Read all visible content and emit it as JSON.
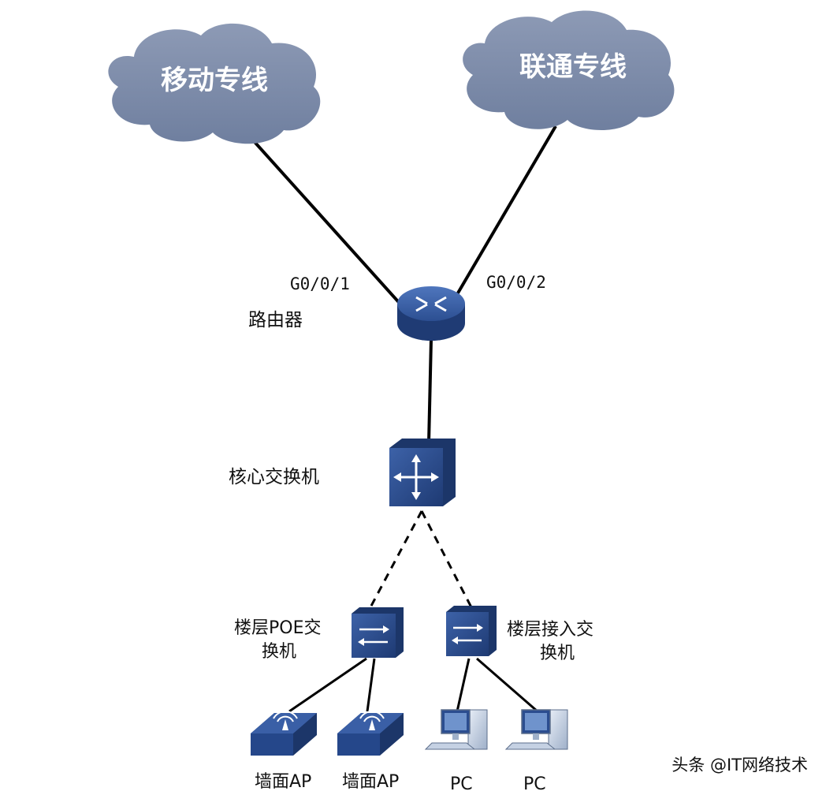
{
  "clouds": {
    "left": "移动专线",
    "right": "联通专线"
  },
  "ports": {
    "left": "G0/0/1",
    "right": "G0/0/2"
  },
  "devices": {
    "router": "路由器",
    "core_switch": "核心交换机",
    "poe_switch_line1": "楼层POE交",
    "poe_switch_line2": "换机",
    "access_switch_line1": "楼层接入交",
    "access_switch_line2": "换机",
    "ap1": "墙面AP",
    "ap2": "墙面AP",
    "pc1": "PC",
    "pc2": "PC"
  },
  "watermark": "头条 @IT网络技术",
  "colors": {
    "device_blue": "#2b4d8f",
    "cloud": "#7b8aa8",
    "line": "#000000"
  }
}
